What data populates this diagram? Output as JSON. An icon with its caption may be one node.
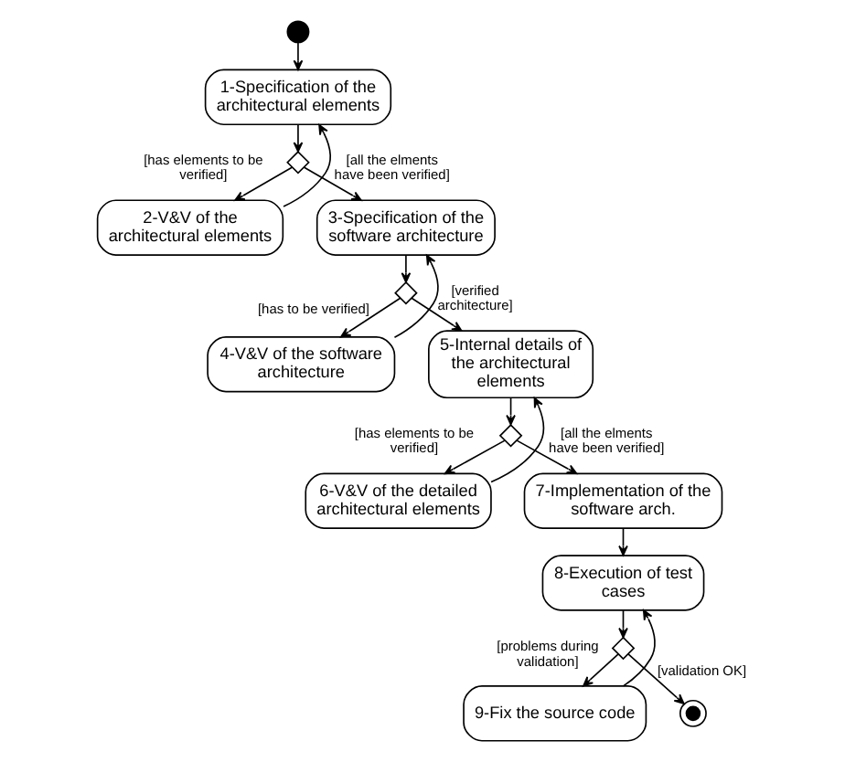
{
  "diagram": {
    "nodes": [
      {
        "text": [],
        "shape": "circle"
      },
      {
        "text": [
          "1-Specification of the architectural elements"
        ]
      },
      {
        "text": [],
        "shape": "diamond"
      },
      {
        "text": [
          "2-V&V of the architectural elements"
        ]
      },
      {
        "text": [
          "3-Specification of the software architecture"
        ]
      },
      {
        "text": [],
        "shape": "diamond"
      },
      {
        "text": [
          "4-V&V of the software architecture"
        ]
      },
      {
        "text": [
          "5-Internal details of the architectural elements"
        ]
      },
      {
        "text": [],
        "shape": "diamond"
      },
      {
        "text": [
          "6-V&V of the detailed architectural elements"
        ]
      },
      {
        "text": [
          "7-Implementation of the software arch."
        ]
      },
      {
        "text": [
          "8-Execution of test cases"
        ]
      },
      {
        "text": [],
        "shape": "diamond"
      },
      {
        "text": [
          "9-Fix the source code"
        ]
      },
      {
        "text": [],
        "shape": "circle"
      }
    ],
    "edges": [
      {
        "from": 0,
        "to": 1,
        "arrow": "to"
      },
      {
        "from": 1,
        "to": 2,
        "arrow": "to"
      },
      {
        "from": 2,
        "to": 3,
        "arrow": "to",
        "label": "[has elements to be verified]"
      },
      {
        "from": 2,
        "to": 4,
        "arrow": "to",
        "label": "[all the elments have been verified]"
      },
      {
        "from": 3,
        "to": 1,
        "arrow": "to"
      },
      {
        "from": 4,
        "to": 5,
        "arrow": "to"
      },
      {
        "from": 5,
        "to": 6,
        "arrow": "to",
        "label": "[has to be verified]"
      },
      {
        "from": 5,
        "to": 7,
        "arrow": "to",
        "label": "[verified architecture]"
      },
      {
        "from": 6,
        "to": 4,
        "arrow": "to"
      },
      {
        "from": 7,
        "to": 8,
        "arrow": "to"
      },
      {
        "from": 8,
        "to": 9,
        "arrow": "to",
        "label": "[has elements to be verified]"
      },
      {
        "from": 8,
        "to": 10,
        "arrow": "to",
        "label": "[all the elments have been verified]"
      },
      {
        "from": 9,
        "to": 7,
        "arrow": "to"
      },
      {
        "from": 10,
        "to": 11,
        "arrow": "to"
      },
      {
        "from": 11,
        "to": 12,
        "arrow": "to"
      },
      {
        "from": 12,
        "to": 13,
        "arrow": "to",
        "label": "[problems during validation]"
      },
      {
        "from": 12,
        "to": 14,
        "arrow": "to",
        "label": "[validation OK]"
      },
      {
        "from": 13,
        "to": 11,
        "arrow": "to"
      }
    ]
  }
}
